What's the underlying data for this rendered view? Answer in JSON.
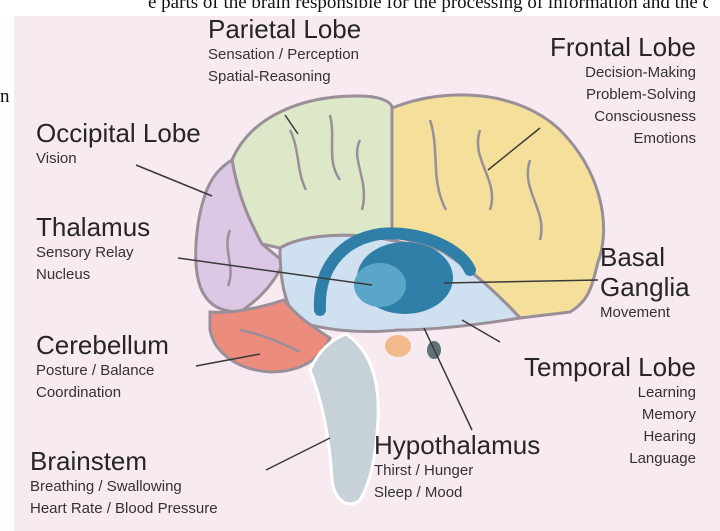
{
  "header_fragment": "e parts of the brain responsible for the processing of information and the complexity",
  "left_fragment": "n",
  "colors": {
    "background": "#f7eaf0",
    "parietal": "#dde8c8",
    "frontal": "#f4e09a",
    "occipital": "#dcc8e4",
    "cerebellum": "#ec8c7c",
    "temporal": "#cfe0f0",
    "thalamus": "#2f7fa8",
    "brainstem": "#c7d2d8",
    "outline": "#9a8f99",
    "hypothalamus": "#f4b98a"
  },
  "labels": {
    "parietal": {
      "title": "Parietal Lobe",
      "lines": [
        "Sensation /  Perception",
        "Spatial-Reasoning"
      ]
    },
    "frontal": {
      "title": "Frontal Lobe",
      "lines": [
        "Decision-Making",
        "Problem-Solving",
        "Consciousness",
        "Emotions"
      ]
    },
    "occipital": {
      "title": "Occipital Lobe",
      "lines": [
        "Vision"
      ]
    },
    "thalamus": {
      "title": "Thalamus",
      "lines": [
        "Sensory Relay",
        "Nucleus"
      ]
    },
    "basal": {
      "title_lines": [
        "Basal",
        "Ganglia"
      ],
      "lines": [
        "Movement"
      ]
    },
    "cerebellum": {
      "title": "Cerebellum",
      "lines": [
        "Posture / Balance",
        "Coordination"
      ]
    },
    "temporal": {
      "title": "Temporal Lobe",
      "lines": [
        "Learning",
        "Memory",
        "Hearing",
        "Language"
      ]
    },
    "hypothalamus": {
      "title": "Hypothalamus",
      "lines": [
        "Thirst / Hunger",
        "Sleep / Mood"
      ]
    },
    "brainstem": {
      "title": "Brainstem",
      "lines": [
        "Breathing / Swallowing",
        "Heart Rate / Blood Pressure"
      ]
    }
  }
}
